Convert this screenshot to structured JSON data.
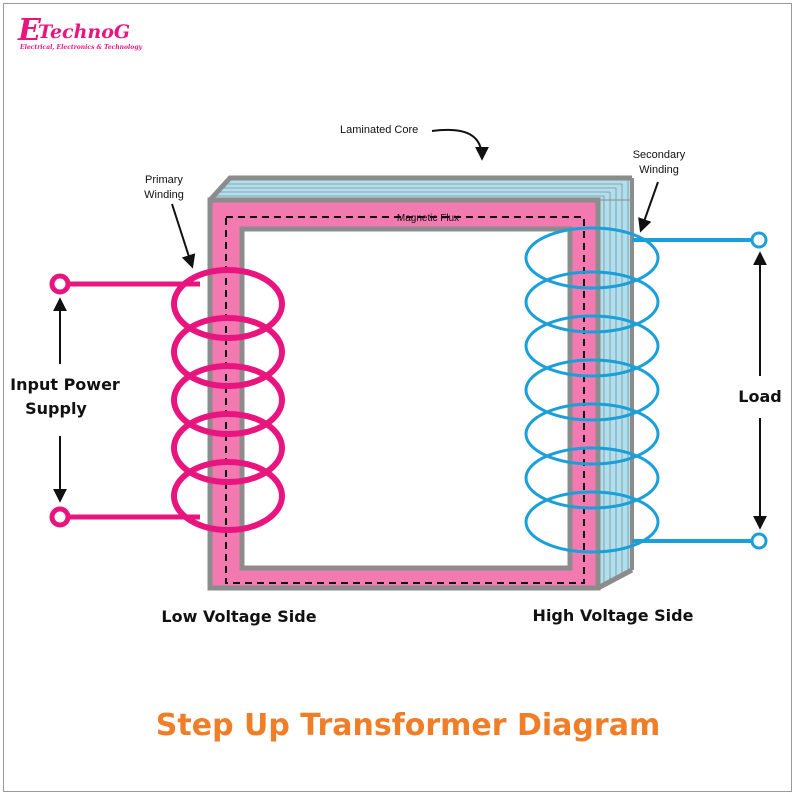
{
  "logo": {
    "letter": "E",
    "name": "TechnoG",
    "tagline": "Electrical, Electronics & Technology"
  },
  "labels": {
    "laminated_core": "Laminated Core",
    "primary_line1": "Primary",
    "primary_line2": "Winding",
    "secondary_line1": "Secondary",
    "secondary_line2": "Winding",
    "magnetic_flux": "Magnetic Flux",
    "input_line1": "Input Power",
    "input_line2": "Supply",
    "load": "Load",
    "low_voltage": "Low Voltage Side",
    "high_voltage": "High Voltage Side"
  },
  "title": "Step Up Transformer Diagram",
  "colors": {
    "primary": "#e8157e",
    "secondary": "#1a9fd8",
    "core_face": "#f27ab0",
    "core_edge": "#8c8c8c",
    "laminations": "#aee0ef",
    "title": "#f07d28",
    "logo": "#e8157e"
  },
  "windings": {
    "primary_turns": 5,
    "secondary_turns": 7
  }
}
